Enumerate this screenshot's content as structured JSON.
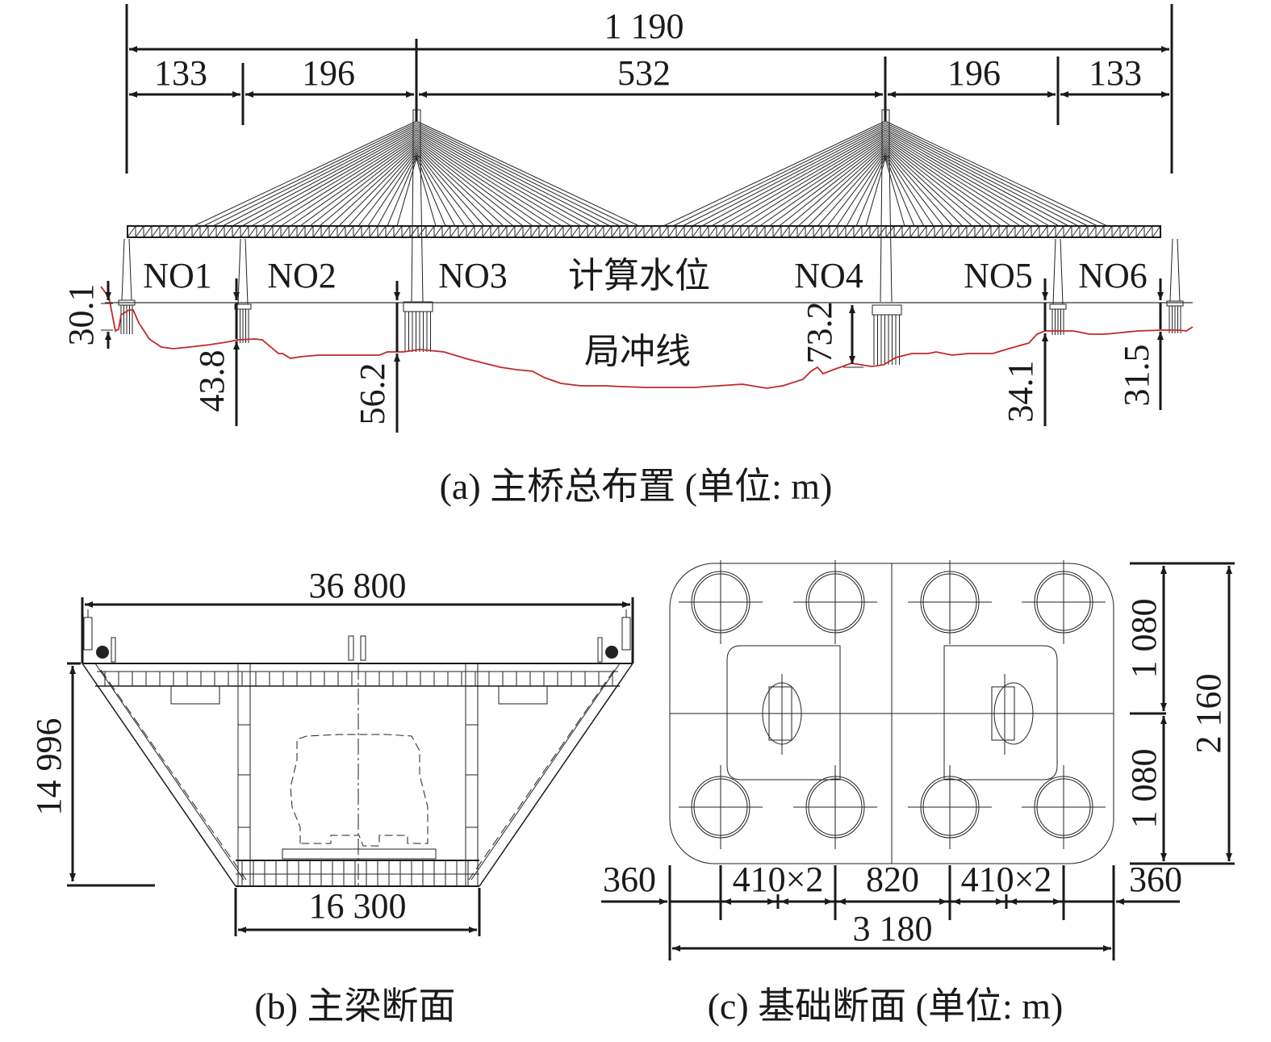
{
  "figure": {
    "panel_a": {
      "caption": "(a) 主桥总布置 (单位: m)",
      "total_span": "1 190",
      "spans": [
        "133",
        "196",
        "532",
        "196",
        "133"
      ],
      "piers": [
        "NO1",
        "NO2",
        "NO3",
        "NO4",
        "NO5",
        "NO6"
      ],
      "water_level_label": "计算水位",
      "scour_line_label": "局冲线",
      "scour_depths": [
        "30.1",
        "43.8",
        "56.2",
        "73.2",
        "34.1",
        "31.5"
      ],
      "scour_color": "#c0282a"
    },
    "panel_b": {
      "caption": "(b) 主梁断面",
      "top_width": "36 800",
      "bottom_width": "16 300",
      "height": "14 996"
    },
    "panel_c": {
      "caption": "(c) 基础断面 (单位: m)",
      "bottom_dims": [
        "360",
        "410×2",
        "820",
        "410×2",
        "360"
      ],
      "total_width": "3 180",
      "side_dims": [
        "1 080",
        "1 080"
      ],
      "total_height": "2 160"
    }
  }
}
